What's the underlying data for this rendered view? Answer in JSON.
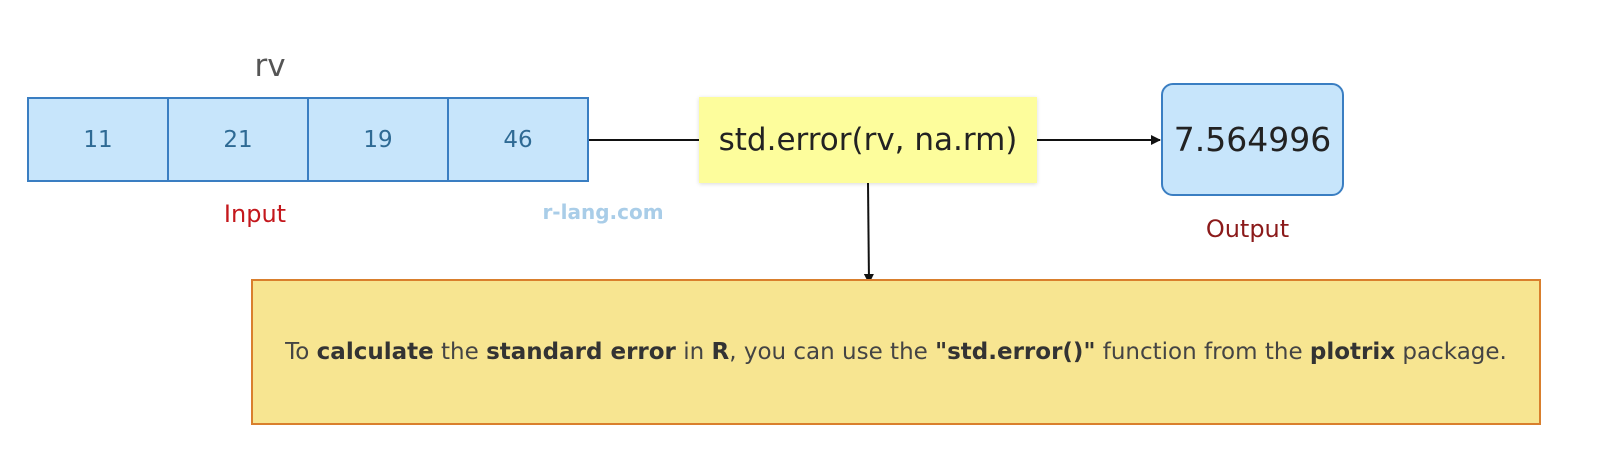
{
  "vector": {
    "name": "rv",
    "values": [
      "11",
      "21",
      "19",
      "46"
    ]
  },
  "labels": {
    "input": "Input",
    "output": "Output",
    "watermark": "r-lang.com"
  },
  "function_call": "std.error(rv, na.rm)",
  "result": "7.564996",
  "note": {
    "segments": [
      {
        "text": "To ",
        "bold": false
      },
      {
        "text": "calculate",
        "bold": true
      },
      {
        "text": " the ",
        "bold": false
      },
      {
        "text": "standard error",
        "bold": true
      },
      {
        "text": " in ",
        "bold": false
      },
      {
        "text": "R",
        "bold": true
      },
      {
        "text": ", you can use the ",
        "bold": false
      },
      {
        "text": "\"std.error()\"",
        "bold": true
      },
      {
        "text": " function from the ",
        "bold": false
      },
      {
        "text": "plotrix",
        "bold": true
      },
      {
        "text": " package.",
        "bold": false
      }
    ]
  }
}
